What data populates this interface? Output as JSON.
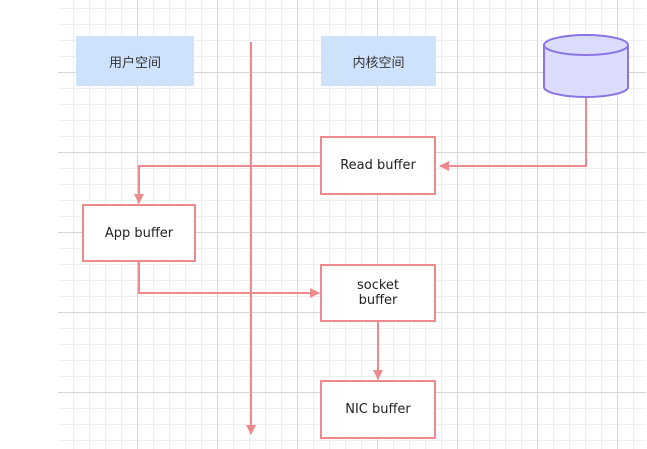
{
  "labels": {
    "user_space": "用户空间",
    "kernel_space": "内核空间"
  },
  "nodes": {
    "read_buffer": "Read buffer",
    "app_buffer": "App buffer",
    "socket_buffer": "socket\nbuffer",
    "nic_buffer": "NIC buffer"
  },
  "colors": {
    "arrow": "#ec8a8e",
    "space_label_bg": "#cfe2fb",
    "disk_fill": "#dcdcff",
    "disk_stroke": "#8a74e6",
    "grid_major": "#d6d6d6",
    "grid_minor": "#efefef"
  },
  "icons": {
    "storage": "database-cylinder-icon"
  }
}
